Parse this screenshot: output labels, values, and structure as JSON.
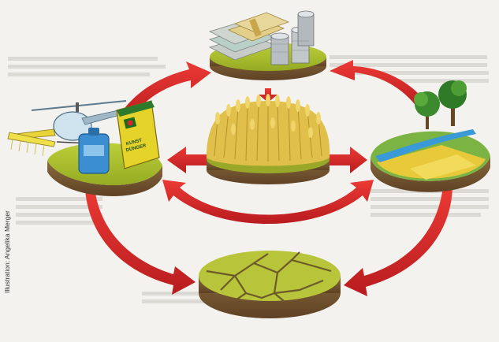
{
  "credit": "Illustration: Angelika Merger",
  "sack_label": [
    "KUNST",
    "DÜNGER"
  ],
  "colors": {
    "arrow": "#d8262a",
    "disc_top": "#a9bf2a",
    "disc_side": "#7b5a33",
    "wheat": "#e2c44a",
    "background": "#f4f2ee"
  },
  "nodes": [
    {
      "name": "money",
      "icon": "money-stack-icon"
    },
    {
      "name": "wheat-field",
      "icon": "wheat-icon"
    },
    {
      "name": "pesticide-fertilizer",
      "icon": "helicopter-sprayer-icon"
    },
    {
      "name": "landscape-trees-river",
      "icon": "tree-icon"
    },
    {
      "name": "cracked-soil",
      "icon": "cracked-disc-icon"
    }
  ]
}
